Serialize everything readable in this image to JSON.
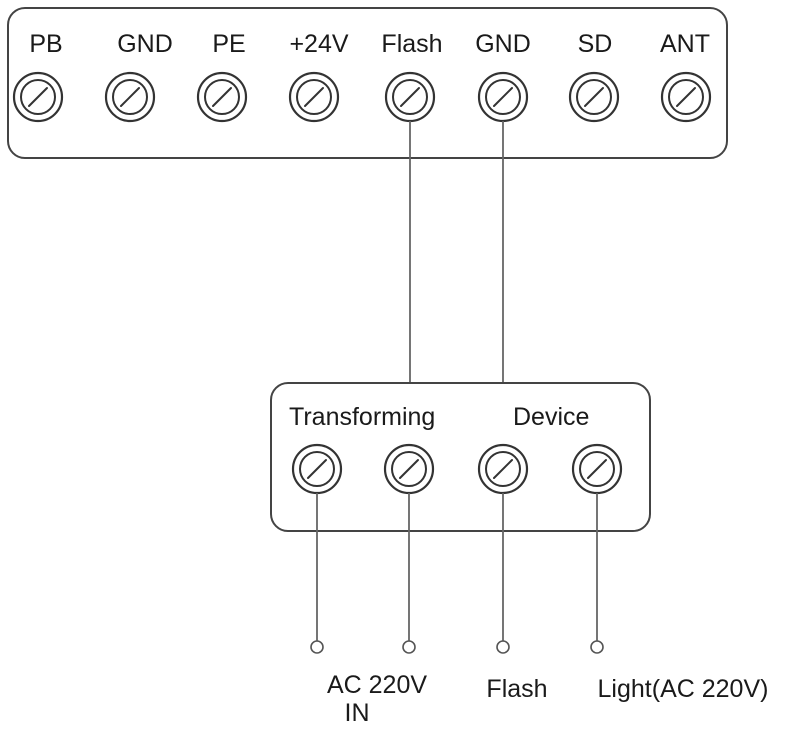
{
  "controller": {
    "terminals": [
      "PB",
      "GND",
      "PE",
      "+24V",
      "Flash",
      "GND",
      "SD",
      "ANT"
    ]
  },
  "device": {
    "title_left": "Transforming",
    "title_right": "Device",
    "terminal_count": 4
  },
  "outputs": {
    "ac_in_line1": "AC 220V",
    "ac_in_line2": "IN",
    "flash": "Flash",
    "light": "Light(AC 220V)"
  }
}
